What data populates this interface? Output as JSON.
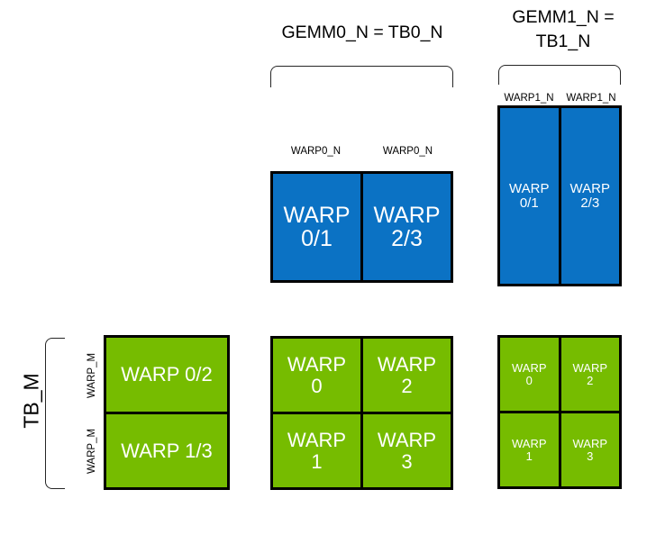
{
  "diagram": {
    "title_top_center": "GEMM0_N = TB0_N",
    "title_top_right_line1": "GEMM1_N =",
    "title_top_right_line2": "TB1_N",
    "left_axis_label": "TB_M",
    "colors": {
      "blue": "#0B72C4",
      "green": "#76BC00",
      "outline": "#000000",
      "bracket": "#262626",
      "text_on_block": "#FFFFFF",
      "text": "#000000",
      "background": "#FFFFFF"
    }
  },
  "blue_center_block": {
    "name": "gemm0-accumulator-blue",
    "ticks": [
      "WARP0_N",
      "WARP0_N"
    ],
    "cells": [
      {
        "label": "WARP\n0/1"
      },
      {
        "label": "WARP\n2/3"
      }
    ]
  },
  "blue_right_block": {
    "name": "gemm1-accumulator-blue",
    "ticks": [
      "WARP1_N",
      "WARP1_N"
    ],
    "cells": [
      {
        "label": "WARP\n0/1"
      },
      {
        "label": "WARP\n2/3"
      }
    ]
  },
  "green_left_block": {
    "name": "tb-m-green",
    "row_ticks": [
      "WARP_M",
      "WARP_M"
    ],
    "rows": [
      {
        "cells": [
          {
            "label": "WARP 0/2"
          }
        ]
      },
      {
        "cells": [
          {
            "label": "WARP 1/3"
          }
        ]
      }
    ]
  },
  "green_center_block": {
    "name": "gemm0-operand-green",
    "rows": [
      {
        "cells": [
          {
            "label": "WARP\n0"
          },
          {
            "label": "WARP\n2"
          }
        ]
      },
      {
        "cells": [
          {
            "label": "WARP\n1"
          },
          {
            "label": "WARP\n3"
          }
        ]
      }
    ]
  },
  "green_right_block": {
    "name": "gemm1-operand-green",
    "rows": [
      {
        "cells": [
          {
            "label": "WARP\n0"
          },
          {
            "label": "WARP\n2"
          }
        ]
      },
      {
        "cells": [
          {
            "label": "WARP\n1"
          },
          {
            "label": "WARP\n3"
          }
        ]
      }
    ]
  }
}
